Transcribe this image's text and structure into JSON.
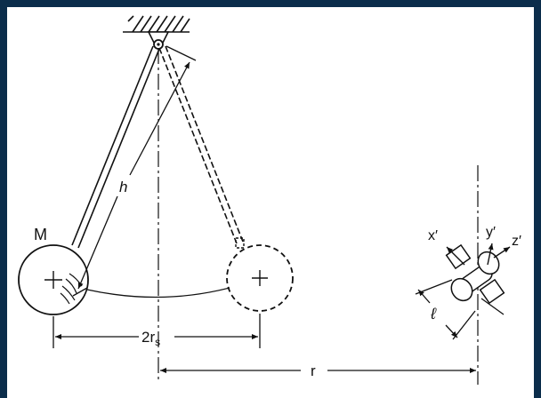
{
  "labels": {
    "mass": "M",
    "length": "h",
    "swing_distance": "2r",
    "swing_distance_subscript": "s",
    "separation": "r",
    "axis_x": "x′",
    "axis_y": "y′",
    "axis_z": "z′",
    "size": "ℓ"
  },
  "colors": {
    "ink": "#111111",
    "background": "#ffffff",
    "frame": "#0b2d4b"
  }
}
